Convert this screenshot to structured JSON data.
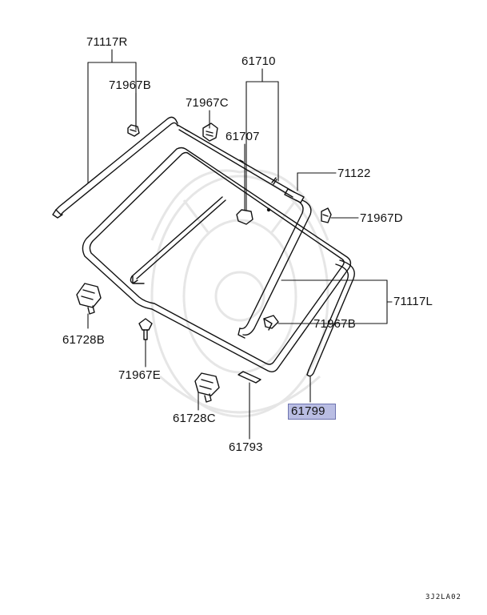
{
  "parts": [
    {
      "id": "71117R",
      "label": "71117R"
    },
    {
      "id": "71967B_top",
      "label": "71967B"
    },
    {
      "id": "71967C",
      "label": "71967C"
    },
    {
      "id": "61710",
      "label": "61710"
    },
    {
      "id": "61707",
      "label": "61707"
    },
    {
      "id": "71122",
      "label": "71122"
    },
    {
      "id": "71967D",
      "label": "71967D"
    },
    {
      "id": "71117L",
      "label": "71117L"
    },
    {
      "id": "71967B_mid",
      "label": "71967B"
    },
    {
      "id": "61728B",
      "label": "61728B"
    },
    {
      "id": "71967E",
      "label": "71967E"
    },
    {
      "id": "61728C",
      "label": "61728C"
    },
    {
      "id": "61793",
      "label": "61793"
    },
    {
      "id": "61799",
      "label": "61799",
      "highlighted": true
    }
  ],
  "diagram_code": "3J2LA02",
  "colors": {
    "line": "#111111",
    "highlight_fill": "#b9bde3",
    "highlight_border": "#6e74b0",
    "watermark": "#e6e6e6"
  }
}
